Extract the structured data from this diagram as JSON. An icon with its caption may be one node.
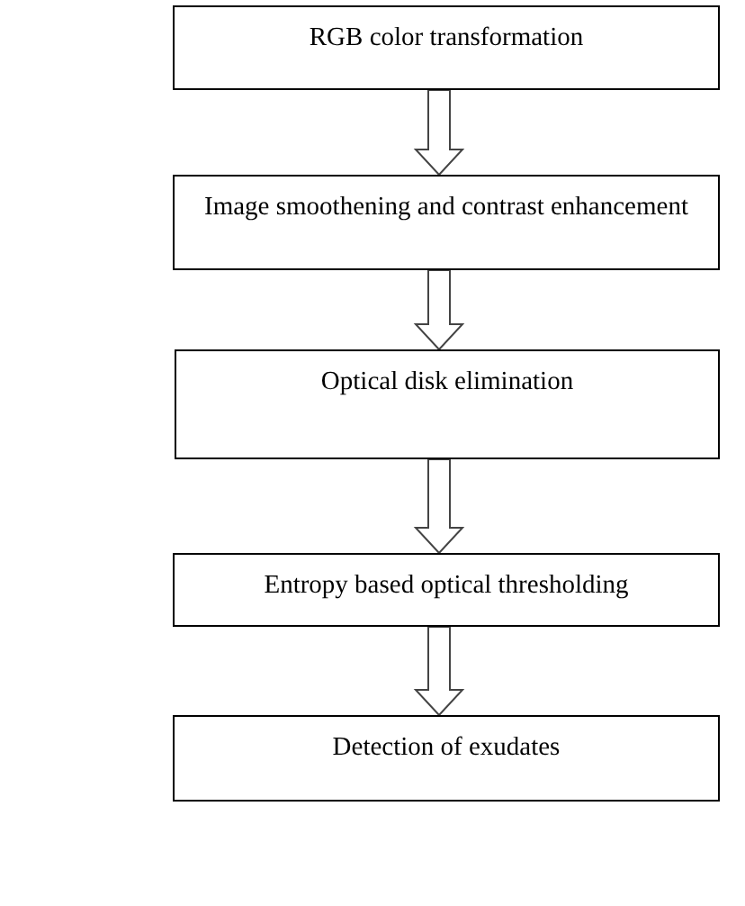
{
  "diagram": {
    "nodes": [
      {
        "text": [
          "RGB color transformation"
        ]
      },
      {
        "text": [
          "Image smoothening and contrast enhancement"
        ]
      },
      {
        "text": [
          "Optical disk elimination"
        ]
      },
      {
        "text": [
          "Entropy based optical thresholding"
        ]
      },
      {
        "text": [
          "Detection of exudates"
        ]
      }
    ],
    "edges": [
      {
        "from": 0,
        "to": 1,
        "arrow": "to"
      },
      {
        "from": 1,
        "to": 2,
        "arrow": "to"
      },
      {
        "from": 2,
        "to": 3,
        "arrow": "to"
      },
      {
        "from": 3,
        "to": 4,
        "arrow": "to"
      }
    ]
  }
}
